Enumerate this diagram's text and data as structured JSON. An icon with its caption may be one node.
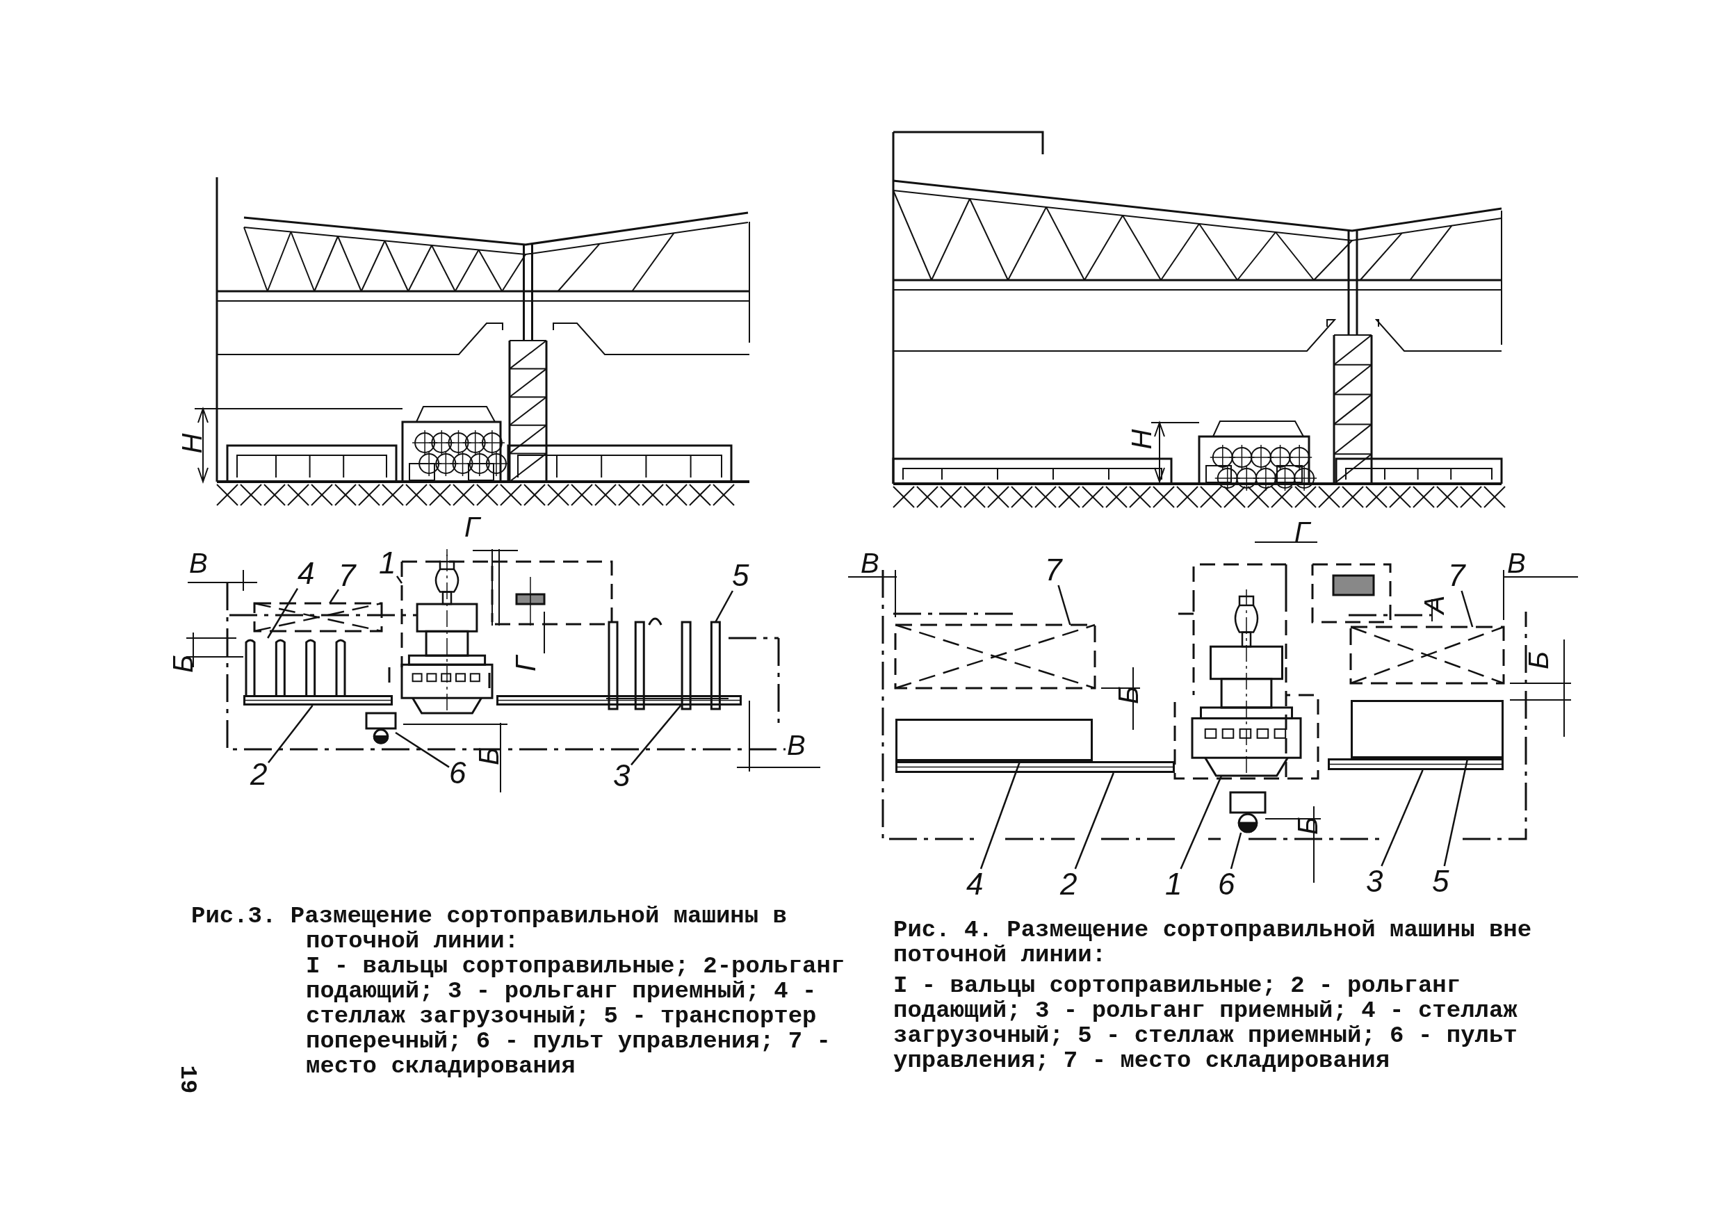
{
  "diagram": {
    "nodes": [
      {
        "text": [
          "4"
        ]
      },
      {
        "text": [
          "7"
        ]
      },
      {
        "text": [
          "1"
        ]
      },
      {
        "text": [
          "5"
        ]
      },
      {
        "text": [
          "2"
        ]
      },
      {
        "text": [
          "6"
        ]
      },
      {
        "text": [
          "3"
        ]
      },
      {
        "text": [],
        "shape": "picture"
      },
      {
        "text": [],
        "shape": "box"
      },
      {
        "text": [],
        "shape": "picture"
      },
      {
        "text": [],
        "shape": "picture"
      },
      {
        "text": [],
        "shape": "bar"
      },
      {
        "text": [],
        "shape": "box"
      },
      {
        "text": [],
        "shape": "bar"
      },
      {
        "text": [
          "7"
        ]
      },
      {
        "text": [
          "7"
        ]
      },
      {
        "text": [
          "4"
        ]
      },
      {
        "text": [
          "2"
        ]
      },
      {
        "text": [
          "1"
        ]
      },
      {
        "text": [
          "6"
        ]
      },
      {
        "text": [
          "3"
        ]
      },
      {
        "text": [
          "5"
        ]
      },
      {
        "text": [],
        "shape": "box"
      },
      {
        "text": [],
        "shape": "box"
      },
      {
        "text": [],
        "shape": "box"
      },
      {
        "text": [],
        "shape": "bar"
      },
      {
        "text": [],
        "shape": "picture"
      },
      {
        "text": [],
        "shape": "box"
      },
      {
        "text": [],
        "shape": "bar"
      },
      {
        "text": [],
        "shape": "box"
      }
    ],
    "edges": [
      {
        "from": 0,
        "to": 7,
        "arrow": "none"
      },
      {
        "from": 1,
        "to": 8,
        "arrow": "none"
      },
      {
        "from": 2,
        "to": 9,
        "arrow": "none"
      },
      {
        "from": 3,
        "to": 10,
        "arrow": "none"
      },
      {
        "from": 4,
        "to": 11,
        "arrow": "none"
      },
      {
        "from": 5,
        "to": 12,
        "arrow": "none"
      },
      {
        "from": 6,
        "to": 13,
        "arrow": "none"
      },
      {
        "from": 14,
        "to": 22,
        "arrow": "none"
      },
      {
        "from": 15,
        "to": 23,
        "arrow": "none"
      },
      {
        "from": 16,
        "to": 24,
        "arrow": "none"
      },
      {
        "from": 17,
        "to": 25,
        "arrow": "none"
      },
      {
        "from": 18,
        "to": 26,
        "arrow": "none"
      },
      {
        "from": 19,
        "to": 27,
        "arrow": "none"
      },
      {
        "from": 20,
        "to": 28,
        "arrow": "none"
      },
      {
        "from": 21,
        "to": 29,
        "arrow": "none"
      }
    ],
    "labels": [
      "Н",
      "В",
      "Г",
      "Б",
      "Г",
      "Б",
      "В",
      "Н",
      "В",
      "Г",
      "В",
      "А",
      "Б",
      "Б",
      "Б",
      "Рис.3. Размещение сортоправильной машины в поточной линии:",
      "I - вальцы сортоправильные; 2-рольганг подающий; 3 - рольганг приемный; 4 - стеллаж загрузочный; 5 - транспортер поперечный; 6 - пульт управления; 7 - место складирования",
      "Рис. 4. Размещение сортоправильной машины вне поточной линии:",
      "I - вальцы сортоправильные; 2 - рольганг подающий; 3 - рольганг приемный; 4 - стеллаж загрузочный; 5 - стеллаж приемный; 6 - пульт управления; 7 - место складирования",
      "19"
    ]
  }
}
